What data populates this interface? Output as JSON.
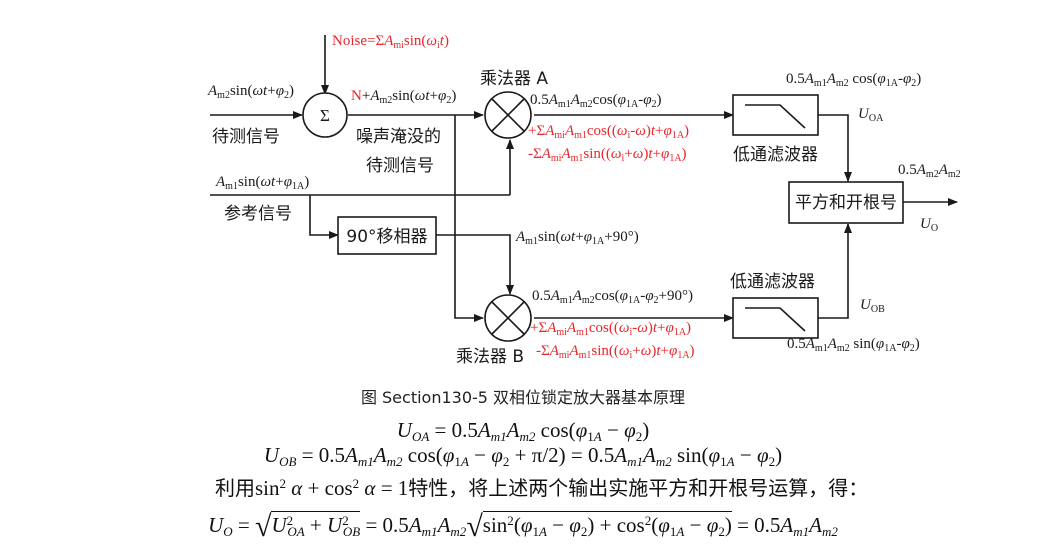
{
  "labels": {
    "noise_formula": "Noise=ΣAmisin(ωit)",
    "input_formula": "Am2sin(ωt+φ2)",
    "sum_symbol": "Σ",
    "signal_to_test": "待测信号",
    "noisy_signal_formula_prefix": "N",
    "noisy_signal_formula_rest": "+Am2sin(ωt+φ2)",
    "noisy_signal_line1": "噪声淹没的",
    "noisy_signal_line2": "待测信号",
    "ref_formula": "Am1sin(ωt+φ1A)",
    "reference_signal": "参考信号",
    "phase_shifter": "90°移相器",
    "shifted_formula": "Am1sin(ωt+φ1A+90°)",
    "multiplier_a": "乘法器 A",
    "multiplier_b": "乘法器 B",
    "mult_a_out1": "0.5Am1Am2cos(φ1A-φ2)",
    "mult_a_out2": "+ΣAmiAm1cos((ωi-ω)t+φ1A)",
    "mult_a_out3": "-ΣAmiAm1sin((ωi+ω)t+φ1A)",
    "mult_b_out1": "0.5Am1Am2cos(φ1A-φ2+90°)",
    "mult_b_out2": "+ΣAmiAm1cos((ωi-ω)t+φ1A)",
    "mult_b_out3": "-ΣAmiAm1sin((ωi+ω)t+φ1A)",
    "lpf": "低通滤波器",
    "uoa_result": "0.5Am1Am2 cos(φ1A-φ2)",
    "uoa": "UOA",
    "uob": "UOB",
    "uob_result": "0.5Am1Am2 sin(φ1A-φ2)",
    "square_root": "平方和开根号",
    "uo_result": "0.5Am2Am2",
    "uo": "UO"
  },
  "caption": "图 Section130-5  双相位锁定放大器基本原理",
  "equations": {
    "eq1": "UOA = 0.5Am1Am2 cos(φ1A − φ2)",
    "eq2": "UOB = 0.5Am1Am2 cos(φ1A − φ2 + π/2) = 0.5Am1Am2 sin(φ1A − φ2)",
    "text_line": "利用sin² α + cos² α = 1特性，将上述两个输出实施平方和开根号运算，得：",
    "eq3": "UO = √(U²OA + U²OB) = 0.5Am1Am2√(sin²(φ1A − φ2) + cos²(φ1A − φ2)) = 0.5Am1Am2"
  },
  "colors": {
    "noise_red": "#e8262a",
    "line_black": "#1a1a1a"
  }
}
